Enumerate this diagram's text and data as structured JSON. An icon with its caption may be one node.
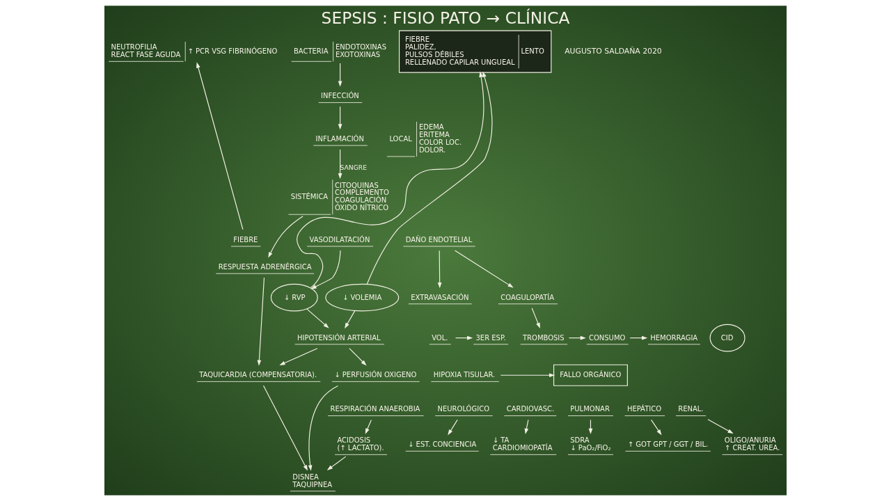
{
  "diagram": {
    "title": "SEPSIS : FISIO PATO → CLÍNICA",
    "nodes": [
      {
        "text": [
          "BACTERIA",
          "ENDOTOXINAS",
          "EXOTOXINAS"
        ]
      },
      {
        "text": [
          "NEUTROFILIA",
          "REACT FASE AGUDA",
          "↑ PCR VSG FIBRINÓGENO"
        ]
      },
      {
        "text": [
          "FIEBRE",
          "PALIDEZ,",
          "PULSOS DÉBILES",
          "RELLENADO CAPILAR UNGUEAL",
          "LENTO"
        ]
      },
      {
        "text": [
          "INFECCIÓN"
        ]
      },
      {
        "text": [
          "INFLAMACIÓN"
        ]
      },
      {
        "text": [
          "LOCAL",
          "EDEMA",
          "ERITEMA",
          "COLOR LOC.",
          "DOLOR."
        ]
      },
      {
        "text": [
          "FIEBRE"
        ]
      },
      {
        "text": [
          "↓ RVP"
        ]
      },
      {
        "text": [
          "VASODILATACIÓN"
        ]
      },
      {
        "text": [
          "SISTÉMICA",
          "CITOQUINAS",
          "COMPLEMENTO",
          "COAGULACIÓN",
          "ÓXIDO NÍTRICO"
        ]
      },
      {
        "text": [
          "DAÑO ENDOTELIAL"
        ]
      },
      {
        "text": [
          "EXTRAVASACIÓN"
        ]
      },
      {
        "text": [
          "↓ VOLEMIA"
        ]
      },
      {
        "text": [
          "VOL."
        ]
      },
      {
        "text": [
          "3ER ESP."
        ]
      },
      {
        "text": [
          "COAGULOPATÍA"
        ]
      },
      {
        "text": [
          "TROMBOSIS"
        ]
      },
      {
        "text": [
          "CONSUMO"
        ]
      },
      {
        "text": [
          "HEMORRAGIA"
        ]
      },
      {
        "text": [
          "CID"
        ]
      },
      {
        "text": [
          "RESPUESTA ADRENÉRGICA"
        ]
      },
      {
        "text": [
          "HIPOTENSIÓN ARTERIAL"
        ]
      },
      {
        "text": [
          "↓ EST. CONCIENCIA"
        ]
      },
      {
        "text": [
          "NEUROLÓGICO"
        ]
      },
      {
        "text": [
          "TAQUICARDIA (COMPENSATORIA)."
        ]
      },
      {
        "text": [
          "CARDIOVASC."
        ]
      },
      {
        "text": [
          "↓ TA",
          "CARDIOMIOPATÍA"
        ]
      },
      {
        "text": [
          "↓ PERFUSIÓN OXIGENO"
        ]
      },
      {
        "text": [
          "HIPOXIA TISULAR."
        ]
      },
      {
        "text": [
          "FALLO ORGÁNICO"
        ]
      },
      {
        "text": [
          "PULMONAR"
        ]
      },
      {
        "text": [
          "HEPÁTICO"
        ]
      },
      {
        "text": [
          "SDRA",
          "↓ PaO₂/FiO₂"
        ]
      },
      {
        "text": [
          "DISNEA",
          "TAQUIPNEA"
        ]
      },
      {
        "text": [
          "RENAL."
        ]
      },
      {
        "text": [
          "RESPIRACIÓN ANAEROBIA"
        ]
      },
      {
        "text": [
          "ACIDOSIS",
          "(↑ LACTATO)."
        ]
      },
      {
        "text": [
          "OLIGO/ANURIA",
          "↑ CREAT. UREA."
        ]
      },
      {
        "text": [
          "↑ GOT GPT / GGT / BIL."
        ]
      }
    ],
    "edges": [
      {
        "from": 0,
        "to": 3,
        "arrow": "to"
      },
      {
        "from": 3,
        "to": 4,
        "arrow": "to"
      },
      {
        "from": 4,
        "to": 9,
        "arrow": "to",
        "label": "SANGRE"
      },
      {
        "from": 9,
        "to": 20,
        "arrow": "to"
      },
      {
        "from": 6,
        "to": 1,
        "arrow": "to"
      },
      {
        "from": 8,
        "to": 7,
        "arrow": "to"
      },
      {
        "from": 7,
        "to": 2,
        "arrow": "to"
      },
      {
        "from": 12,
        "to": 2,
        "arrow": "to"
      },
      {
        "from": 10,
        "to": 11,
        "arrow": "to"
      },
      {
        "from": 13,
        "to": 14,
        "arrow": "to"
      },
      {
        "from": 10,
        "to": 15,
        "arrow": "to"
      },
      {
        "from": 15,
        "to": 16,
        "arrow": "to"
      },
      {
        "from": 16,
        "to": 17,
        "arrow": "to"
      },
      {
        "from": 17,
        "to": 18,
        "arrow": "to"
      },
      {
        "from": 7,
        "to": 21,
        "arrow": "to"
      },
      {
        "from": 12,
        "to": 21,
        "arrow": "to"
      },
      {
        "from": 20,
        "to": 24,
        "arrow": "to"
      },
      {
        "from": 21,
        "to": 24,
        "arrow": "to"
      },
      {
        "from": 21,
        "to": 27,
        "arrow": "to"
      },
      {
        "from": 24,
        "to": 33,
        "arrow": "to"
      },
      {
        "from": 27,
        "to": 33,
        "arrow": "to"
      },
      {
        "from": 28,
        "to": 29,
        "arrow": "to"
      },
      {
        "from": 35,
        "to": 36,
        "arrow": "to"
      },
      {
        "from": 36,
        "to": 33,
        "arrow": "to"
      },
      {
        "from": 23,
        "to": 22,
        "arrow": "to"
      },
      {
        "from": 25,
        "to": 26,
        "arrow": "to"
      },
      {
        "from": 30,
        "to": 32,
        "arrow": "to"
      },
      {
        "from": 31,
        "to": 38,
        "arrow": "to"
      },
      {
        "from": 34,
        "to": 37,
        "arrow": "to"
      }
    ],
    "labels": [
      "AUGUSTO SALDAÑA 2020"
    ]
  }
}
